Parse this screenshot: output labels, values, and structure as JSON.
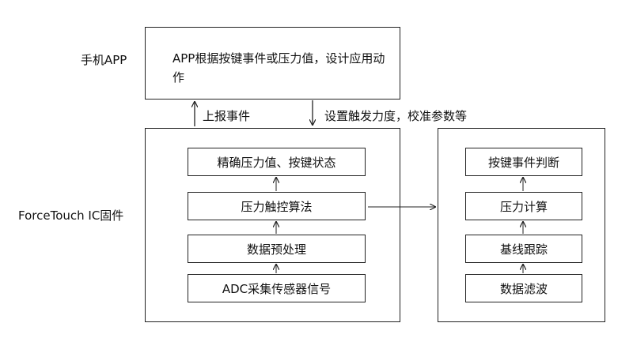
{
  "labels": {
    "phone_app": "手机APP",
    "firmware": "ForceTouch IC固件"
  },
  "app_box": {
    "text": "APP根据按键事件或压力值，设计应用动作"
  },
  "arrows": {
    "report_event": "上报事件",
    "settings": "设置触发力度，校准参数等"
  },
  "firmware_blocks": [
    "精确压力值、按键状态",
    "压力触控算法",
    "数据预处理",
    "ADC采集传感器信号"
  ],
  "right_blocks": [
    "按键事件判断",
    "压力计算",
    "基线跟踪",
    "数据滤波"
  ]
}
